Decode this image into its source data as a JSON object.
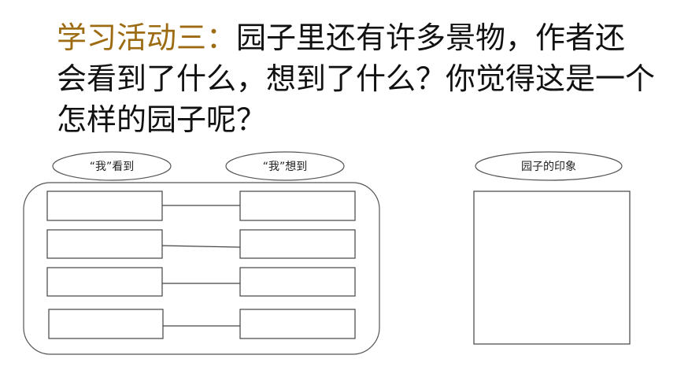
{
  "title": {
    "label": "学习活动三：",
    "text": "园子里还有许多景物，作者还会看到了什么，想到了什么？你觉得这是一个怎样的园子呢？"
  },
  "diagram": {
    "left_oval": "“我”看到",
    "middle_oval": "“我”想到",
    "right_oval": "园子的印象",
    "row_count_pairs": [
      {
        "left": "",
        "right": ""
      },
      {
        "left": "",
        "right": ""
      },
      {
        "left": "",
        "right": ""
      },
      {
        "left": "",
        "right": ""
      }
    ],
    "impression_box": ""
  }
}
